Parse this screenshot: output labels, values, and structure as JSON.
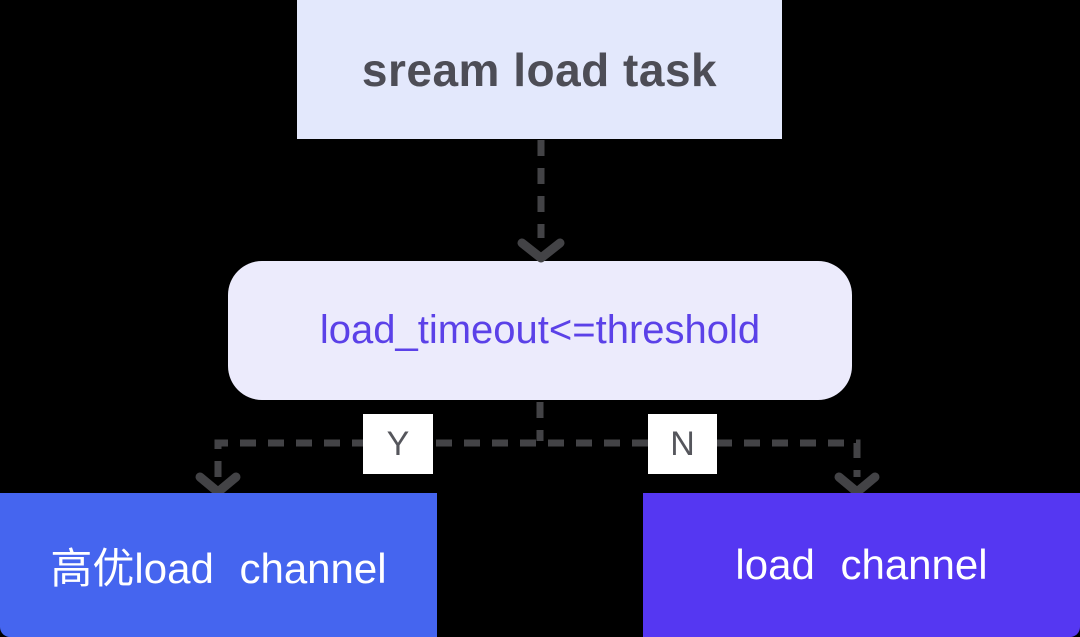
{
  "diagram": {
    "type": "flowchart",
    "background_color": "#000000",
    "connector": {
      "color": "#434346",
      "style": "dashed",
      "arrowhead": "chevron"
    },
    "nodes": {
      "start": {
        "label": "sream load task",
        "shape": "rectangle",
        "bg": "#e3e8fc",
        "text_color": "#4d4d56"
      },
      "decision": {
        "label": "load_timeout<=threshold",
        "shape": "rounded-rectangle",
        "bg": "#ecebfc",
        "text_color": "#5b41e8"
      },
      "branch_yes": {
        "label": "Y",
        "bg": "#ffffff",
        "text_color": "#55565c"
      },
      "branch_no": {
        "label": "N",
        "bg": "#ffffff",
        "text_color": "#55565c"
      },
      "high_priority_channel": {
        "label": "高优load channel",
        "shape": "rectangle",
        "bg": "#4565ef",
        "text_color": "#ffffff"
      },
      "load_channel": {
        "label": "load channel",
        "shape": "rectangle",
        "bg": "#5537f2",
        "text_color": "#ffffff"
      }
    },
    "edges": [
      {
        "from": "start",
        "to": "decision",
        "style": "dashed-arrow"
      },
      {
        "from": "decision",
        "to": "high_priority_channel",
        "label": "Y",
        "style": "dashed-arrow"
      },
      {
        "from": "decision",
        "to": "load_channel",
        "label": "N",
        "style": "dashed-arrow"
      }
    ]
  }
}
